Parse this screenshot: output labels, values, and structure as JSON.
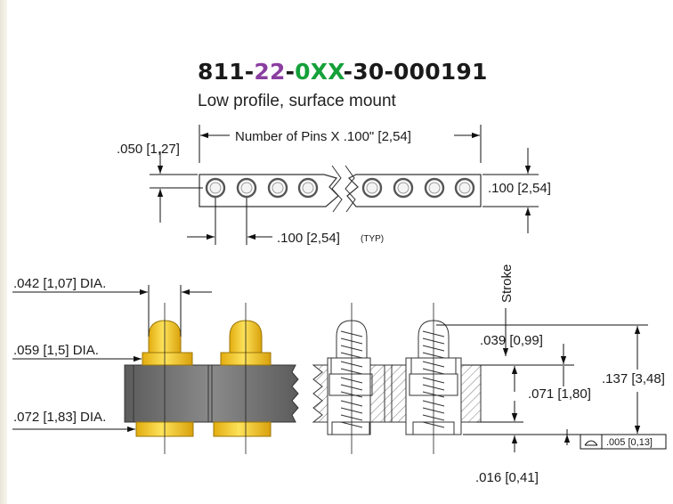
{
  "part_number": {
    "prefix": "811-",
    "mid": "22",
    "sep1": "-",
    "code": "0XX",
    "suffix": "-30-000191",
    "colors": {
      "mid": "#8a3ea0",
      "code": "#15a03a"
    }
  },
  "subtitle": "Low profile, surface mount",
  "top_view": {
    "length_label": "Number of Pins X .100\" [2,54]",
    "offset_label": ".050 [1,27]",
    "height_label": ".100 [2,54]",
    "pitch_label": ".100 [2,54]",
    "pitch_typ": "(TYP)"
  },
  "side_view": {
    "tip_dia": ".042 [1,07] DIA.",
    "collar_dia": ".059 [1,5] DIA.",
    "body_dia": ".072 [1,83] DIA.",
    "stroke": "Stroke",
    "stroke_dim": ".039 [0,99]",
    "travel_dim": ".071 [1,80]",
    "overall_dim": ".137 [3,48]",
    "base_dim": ".016 [0,41]",
    "flatness": ".005 [0,13]"
  },
  "colors": {
    "gold": "#f2c418",
    "gold_dark": "#b8900c",
    "body": "#7b7b7b",
    "body_dark": "#4d4d4d"
  }
}
